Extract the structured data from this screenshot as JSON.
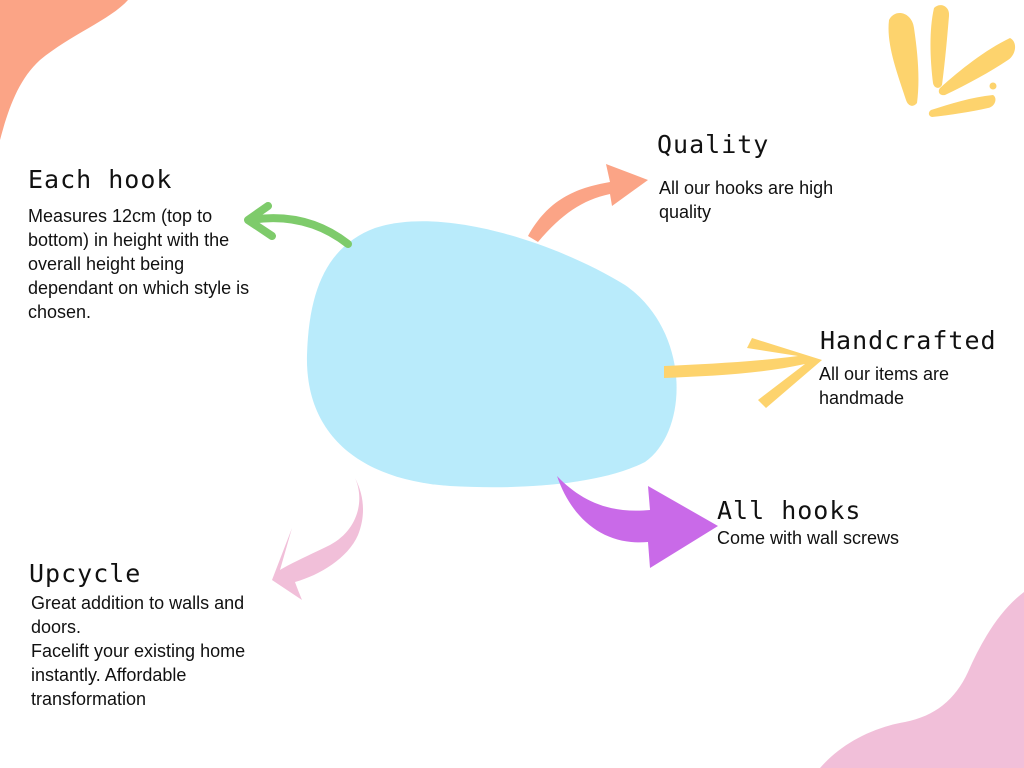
{
  "colors": {
    "background": "#ffffff",
    "blob_center": "#b9ebfb",
    "blob_top_left": "#fba486",
    "splash_top_right": "#fdd36d",
    "blob_bottom_right": "#f1bfd9",
    "arrow_each_hook": "#7ecb6b",
    "arrow_quality": "#fba486",
    "arrow_handcrafted": "#fdd36d",
    "arrow_all_hooks": "#c96ae8",
    "arrow_upcycle": "#f1bfd9",
    "text": "#111111"
  },
  "nodes": {
    "each_hook": {
      "title": "Each hook",
      "text": "Measures 12cm  (top to bottom) in height with the overall height being dependant on which style is chosen."
    },
    "quality": {
      "title": "Quality",
      "text": "All our hooks are high quality"
    },
    "handcrafted": {
      "title": "Handcrafted",
      "text": "All our items are handmade"
    },
    "all_hooks": {
      "title": "All hooks",
      "text": "Come with wall screws"
    },
    "upcycle": {
      "title": "Upcycle",
      "text": "Great addition to walls and doors.\nFacelift your existing home instantly. Affordable transformation"
    }
  }
}
